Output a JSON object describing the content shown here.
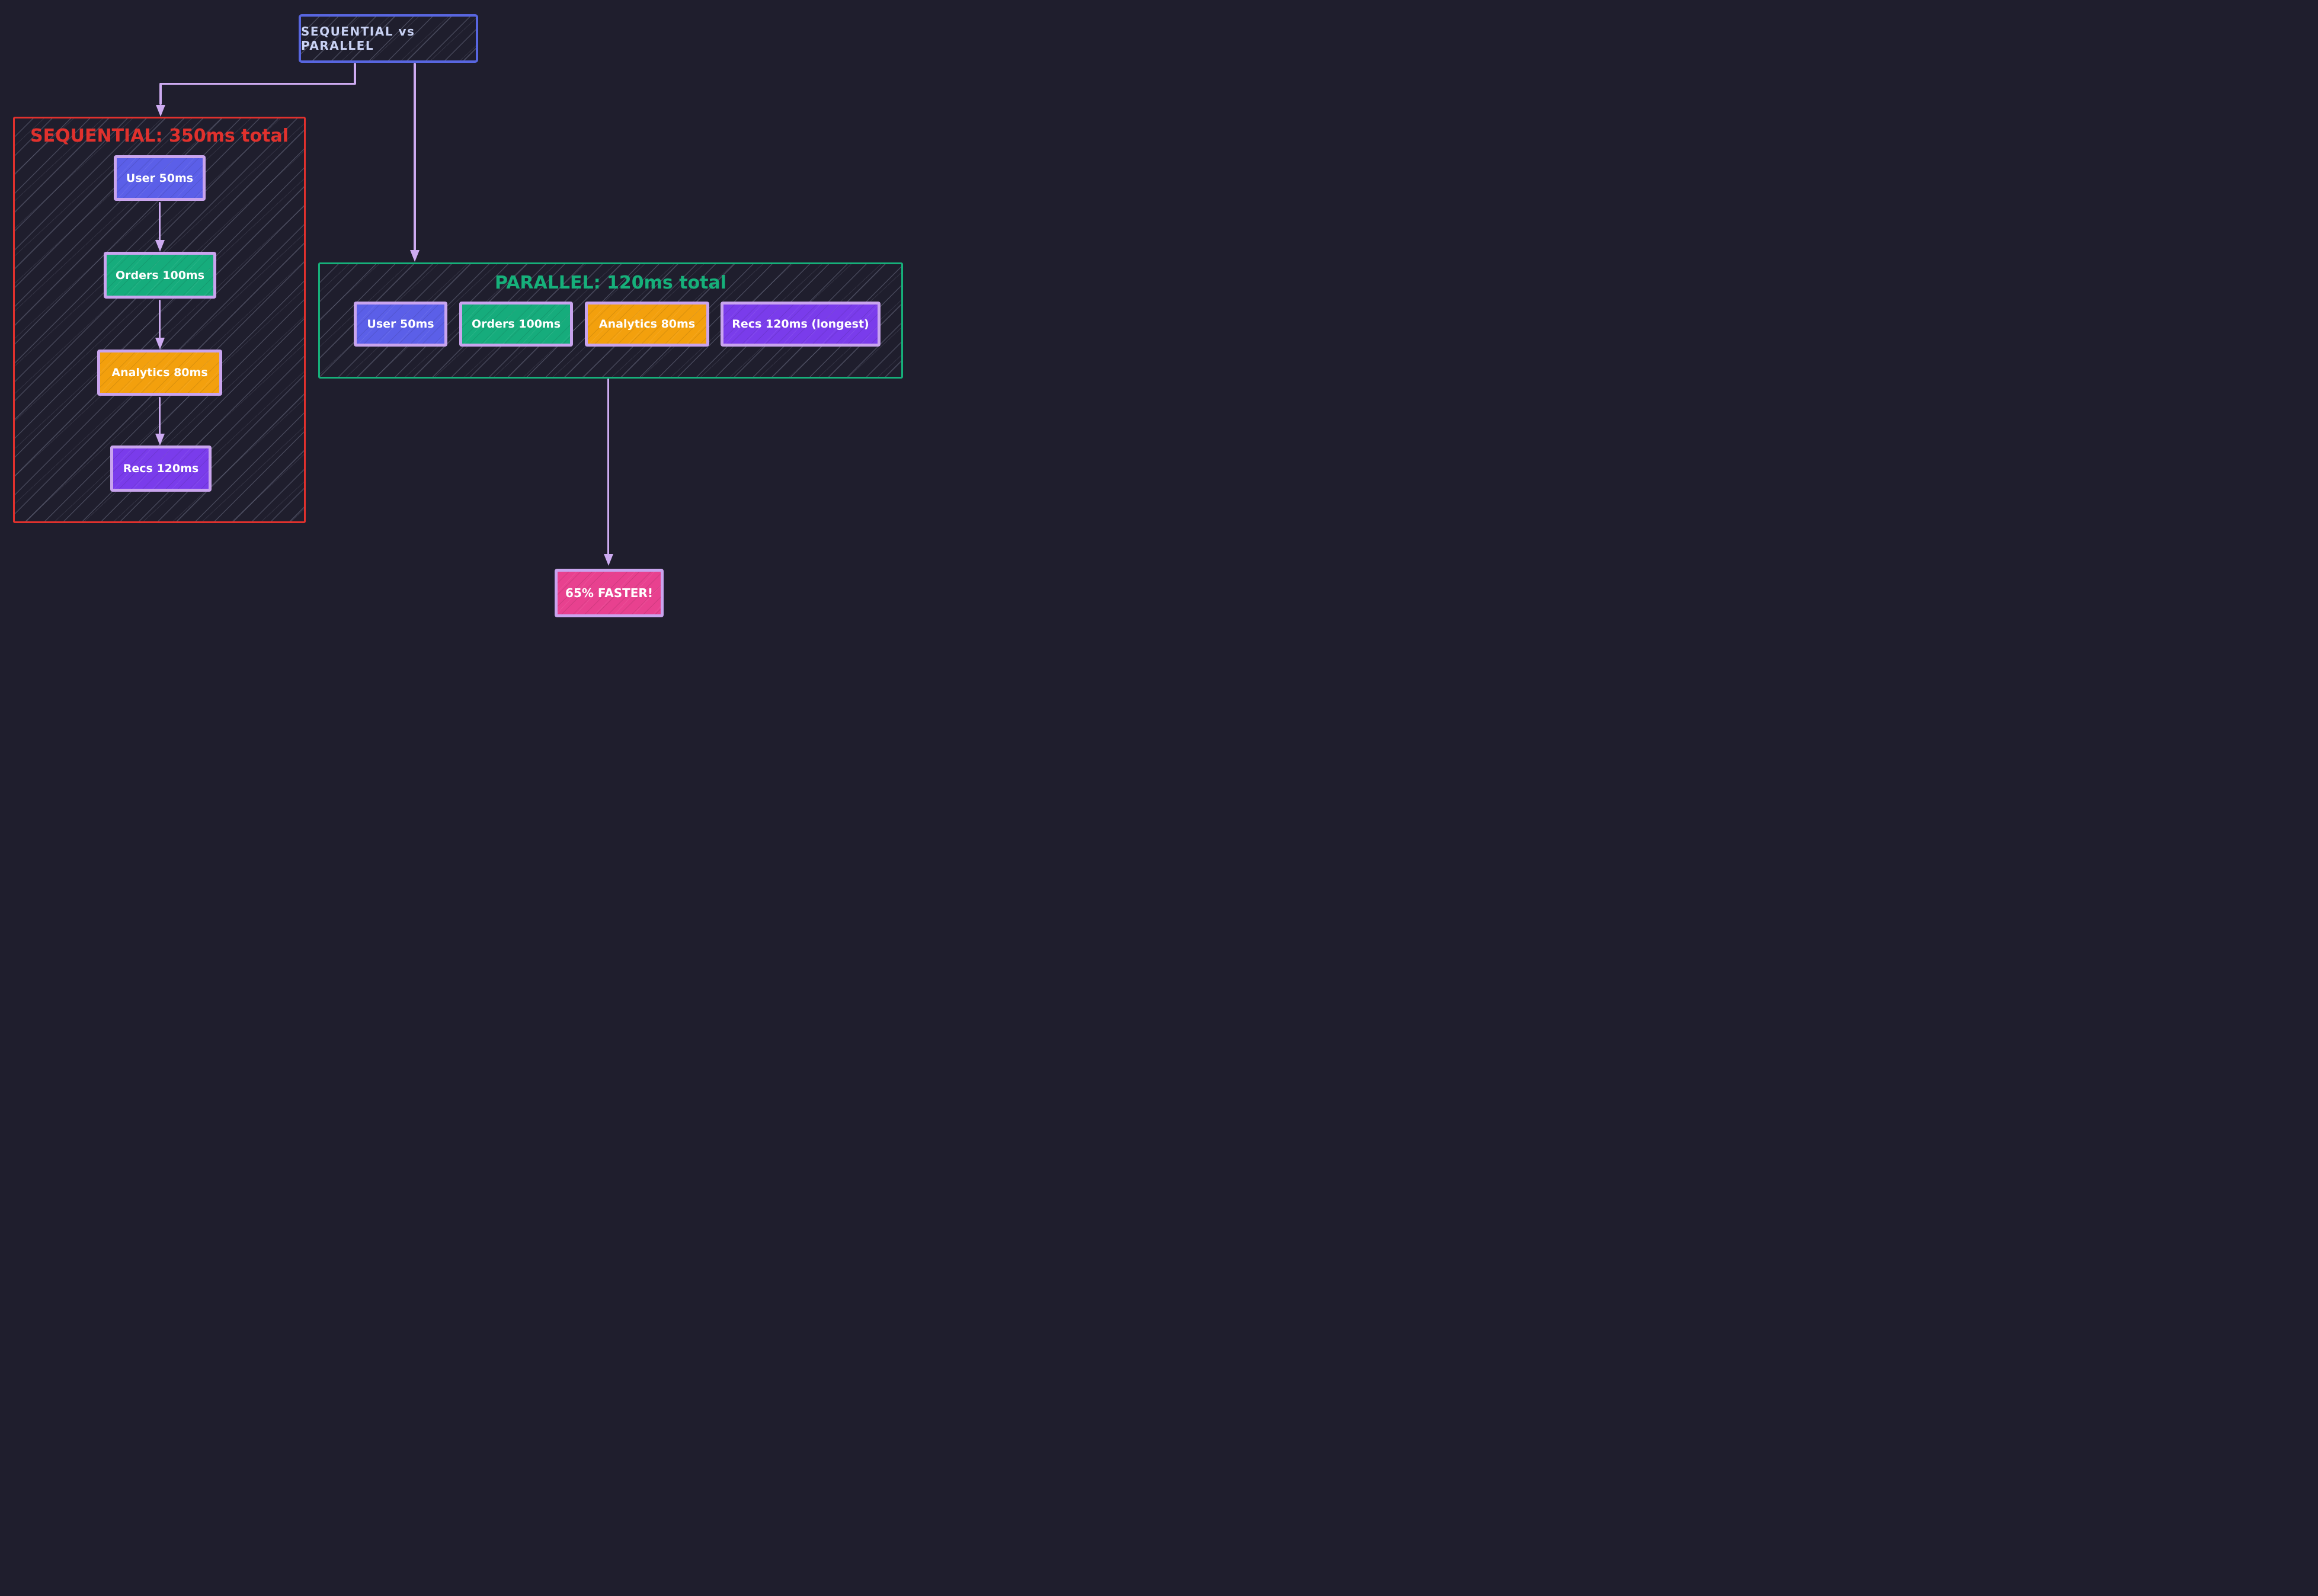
{
  "header": {
    "title": "SEQUENTIAL vs PARALLEL",
    "border_color": "#5866e0",
    "text_color": "#c9d2f4"
  },
  "sequential": {
    "title": "SEQUENTIAL: 350ms total",
    "accent_color": "#e0312d",
    "boxes": [
      {
        "label": "User 50ms",
        "fill": "#5b5fe8"
      },
      {
        "label": "Orders 100ms",
        "fill": "#16ac7c"
      },
      {
        "label": "Analytics 80ms",
        "fill": "#f3a00d"
      },
      {
        "label": "Recs 120ms",
        "fill": "#7a3ceb"
      }
    ]
  },
  "parallel": {
    "title": "PARALLEL: 120ms total",
    "accent_color": "#16b07a",
    "boxes": [
      {
        "label": "User 50ms",
        "fill": "#5b5fe8"
      },
      {
        "label": "Orders 100ms",
        "fill": "#16ac7c"
      },
      {
        "label": "Analytics 80ms",
        "fill": "#f3a00d"
      },
      {
        "label": "Recs 120ms (longest)",
        "fill": "#7a3ceb"
      }
    ]
  },
  "result": {
    "label": "65% FASTER!",
    "fill": "#e8418f"
  },
  "style": {
    "background": "#1f1e2d",
    "node_border_color": "#c9a4ee",
    "connector_color": "#cdabf1"
  }
}
